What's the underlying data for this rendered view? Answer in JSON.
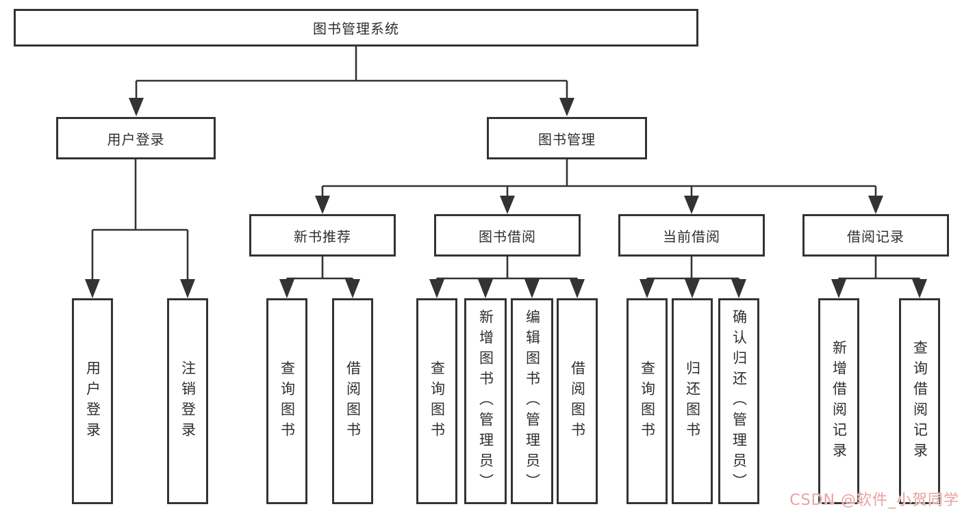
{
  "title": "图书管理系统",
  "level2": {
    "login": "用户登录",
    "books": "图书管理"
  },
  "level3": {
    "newbooks": "新书推荐",
    "borrow": "图书借阅",
    "current": "当前借阅",
    "records": "借阅记录"
  },
  "leaves": {
    "login": [
      "用户登录",
      "注销登录"
    ],
    "newbooks": [
      "查询图书",
      "借阅图书"
    ],
    "borrow": [
      "查询图书",
      "新增图书（管理员）",
      "编辑图书（管理员）",
      "借阅图书"
    ],
    "current": [
      "查询图书",
      "归还图书",
      "确认归还（管理员）"
    ],
    "records": [
      "新增借阅记录",
      "查询借阅记录"
    ]
  },
  "colors": {
    "line": "#333333",
    "watermark": "#e7a2a0"
  },
  "watermark": "CSDN @软件_小贺同学"
}
